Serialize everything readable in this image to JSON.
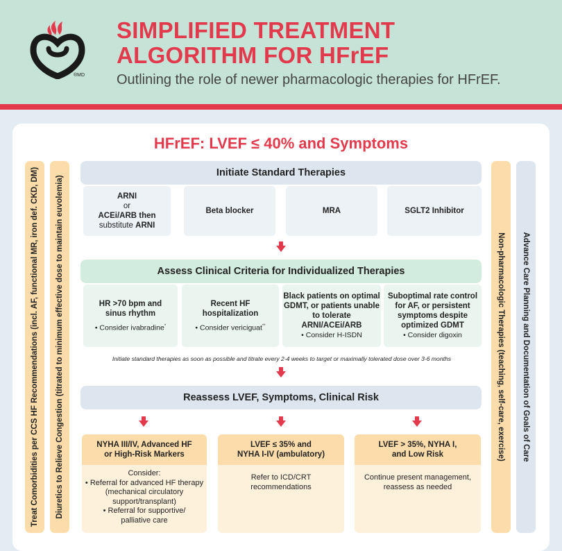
{
  "header": {
    "title_line1": "SIMPLIFIED TREATMENT",
    "title_line2": "ALGORITHM FOR HFrEF",
    "subtitle": "Outlining the role of newer pharmacologic therapies for HFrEF.",
    "logo_mark": "®MD"
  },
  "main_heading": "HFrEF: LVEF ≤ 40% and Symptoms",
  "sidebars": {
    "left_outer": "Treat Comorbidities per CCS HF Recommendations  (incl. AF,  functional MR, iron def. CKD, DM)",
    "left_inner": "Diuretics to Relieve Congestion (titrated to minimum effective dose to maintain euvolemia)",
    "right_inner": "Non-pharmacologic Therapies (teaching, self-care, exercise)",
    "right_outer": "Advance Care Planning and Documentation of Goals of Care"
  },
  "standard": {
    "heading": "Initiate Standard Therapies",
    "arni": {
      "l1": "ARNI",
      "l2": "or",
      "l3": "ACEi/ARB then",
      "l4": "substitute",
      "l4b": "ARNI"
    },
    "beta": "Beta blocker",
    "mra": "MRA",
    "sglt2": "SGLT2 Inhibitor"
  },
  "assess": {
    "heading": "Assess Clinical Criteria for Individualized Therapies",
    "c1": {
      "l1": "HR >70 bpm and",
      "l2": "sinus rhythm",
      "consider": "• Consider ivabradine",
      "sup": "*"
    },
    "c2": {
      "l1": "Recent HF",
      "l2": "hospitalization",
      "consider": "• Consider vericiguat",
      "sup": "**"
    },
    "c3": {
      "l1": "Black patients on optimal",
      "l2": "GDMT, or patients unable",
      "l3": "to tolerate",
      "l4": "ARNI/ACEi/ARB",
      "consider": "• Consider H-ISDN"
    },
    "c4": {
      "l1": "Suboptimal rate control",
      "l2": "for AF, or persistent",
      "l3": "symptoms despite",
      "l4": "optimized GDMT",
      "consider": "• Consider digoxin"
    }
  },
  "note": "Initiate standard therapies as soon as possible and titrate every 2-4 weeks to target or maximally tolerated dose over 3-6 months",
  "reassess": {
    "heading": "Reassess LVEF, Symptoms, Clinical Risk"
  },
  "outcomes": {
    "o1": {
      "h1": "NYHA III/IV,  Advanced HF",
      "h2": "or High-Risk Markers",
      "b1": "Consider:",
      "b2": "• Referral for advanced HF therapy",
      "b3": "(mechanical circulatory",
      "b4": "support/transplant)",
      "b5": "• Referral for supportive/",
      "b6": "palliative care"
    },
    "o2": {
      "h1": "LVEF ≤ 35% and",
      "h2": "NYHA I-IV (ambulatory)",
      "b1": "Refer to ICD/CRT",
      "b2": "recommendations"
    },
    "o3": {
      "h1": "LVEF > 35%, NYHA I,",
      "h2": "and Low Risk",
      "b1": "Continue present management,",
      "b2": "reassess as needed"
    }
  },
  "colors": {
    "accent_red": "#e23a4c",
    "header_green": "#c5e3d6",
    "blue_grey": "#dde6ee",
    "mint": "#d3ece0",
    "peach": "#fbdcaa"
  }
}
